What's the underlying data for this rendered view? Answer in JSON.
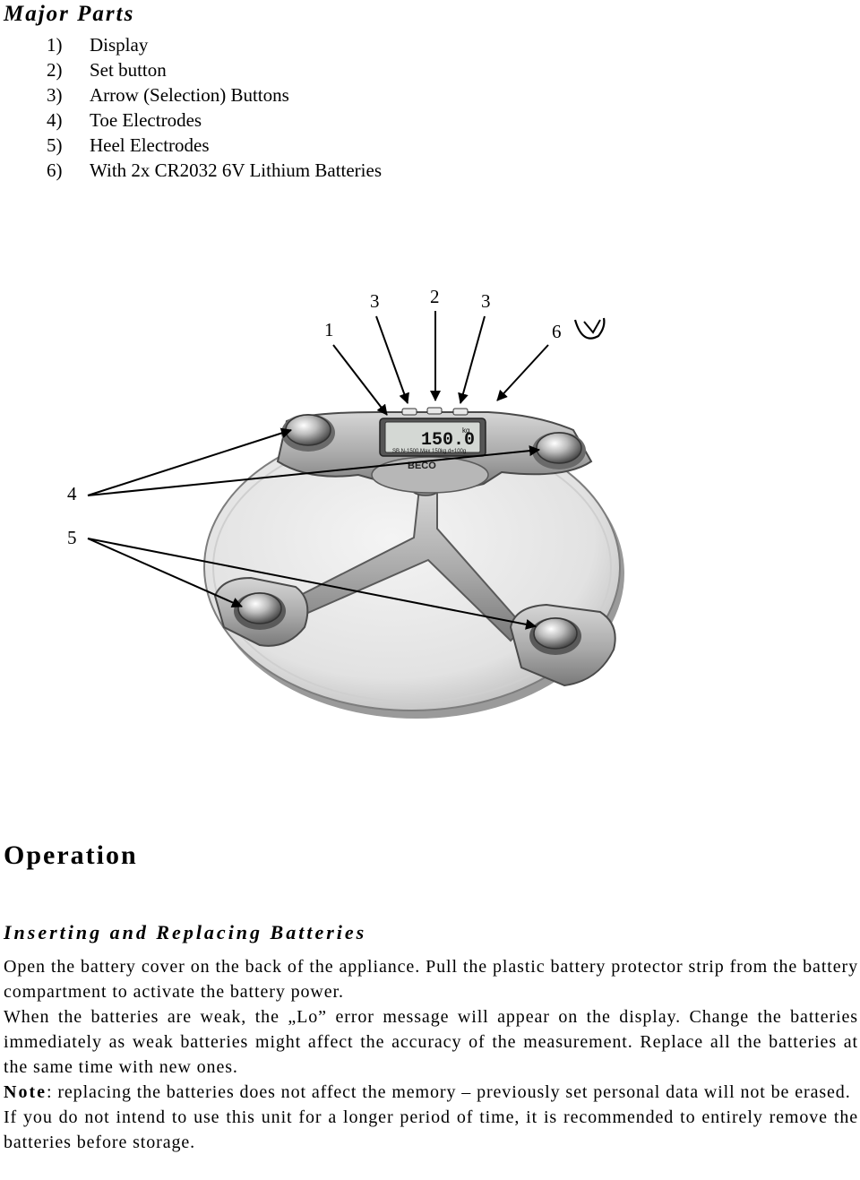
{
  "major_parts": {
    "title": "Major Parts",
    "items": [
      {
        "num": "1)",
        "label": "Display"
      },
      {
        "num": "2)",
        "label": "Set button"
      },
      {
        "num": "3)",
        "label": "Arrow (Selection) Buttons"
      },
      {
        "num": "4)",
        "label": "Toe Electrodes"
      },
      {
        "num": "5)",
        "label": "Heel Electrodes"
      },
      {
        "num": "6)",
        "label": "With 2x CR2032 6V Lithium Batteries"
      }
    ]
  },
  "figure": {
    "callouts": {
      "c1": "1",
      "c3a": "3",
      "c2": "2",
      "c3b": "3",
      "c6": "6",
      "c4": "4",
      "c5": "5"
    },
    "display_reading": "150.0",
    "display_unit": "kg",
    "display_sub": "SB N-1500 Max 150kg d=100g",
    "brand": "BECO"
  },
  "operation": {
    "title": "Operation",
    "subtitle": "Inserting and Replacing Batteries",
    "p1": "Open the battery cover on the back of the appliance. Pull the plastic battery protector strip from the battery compartment to activate the battery power.",
    "p2": "When the batteries are weak, the „Lo” error message will appear on the display. Change the batteries immediately as weak batteries might affect the accuracy of the measurement. Replace all the batteries at the same time with new ones.",
    "note_label": "Note",
    "note_text": ": replacing the batteries does not affect the memory – previously set personal data will not be erased.",
    "p4": "If you do not intend to use this unit for a longer period of time, it is recommended to entirely remove the batteries before storage."
  }
}
